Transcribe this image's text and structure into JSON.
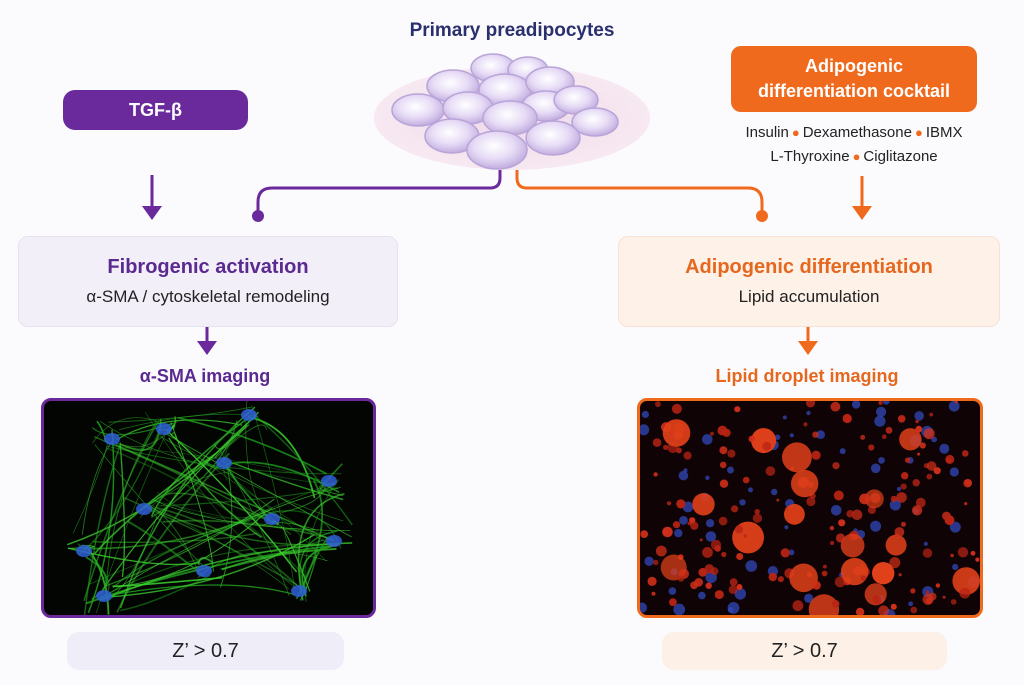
{
  "title": "Primary preadipocytes",
  "left_branch": {
    "stimulus": "TGF-β",
    "card_title": "Fibrogenic activation",
    "card_subtitle": "α-SMA / cytoskeletal remodeling",
    "imaging_label": "α-SMA imaging",
    "z_factor": "Z’ > 0.7"
  },
  "right_branch": {
    "cocktail_line1": "Adipogenic",
    "cocktail_line2": "differentiation cocktail",
    "reagents": [
      "Insulin",
      "Dexamethasone",
      "IBMX",
      "L-Thyroxine",
      "Ciglitazone"
    ],
    "card_title": "Adipogenic differentiation",
    "card_subtitle": "Lipid accumulation",
    "imaging_label": "Lipid droplet imaging",
    "z_factor": "Z’ > 0.7"
  },
  "colors": {
    "purple": "#6a2a9b",
    "orange": "#ef6a1d",
    "title_navy": "#2a2f6e",
    "cell_lavender": "#d9ccee",
    "actin_green": "#3ccf2f",
    "nucleus_blue": "#2f5fd6",
    "lipid_red": "#e0401a"
  }
}
